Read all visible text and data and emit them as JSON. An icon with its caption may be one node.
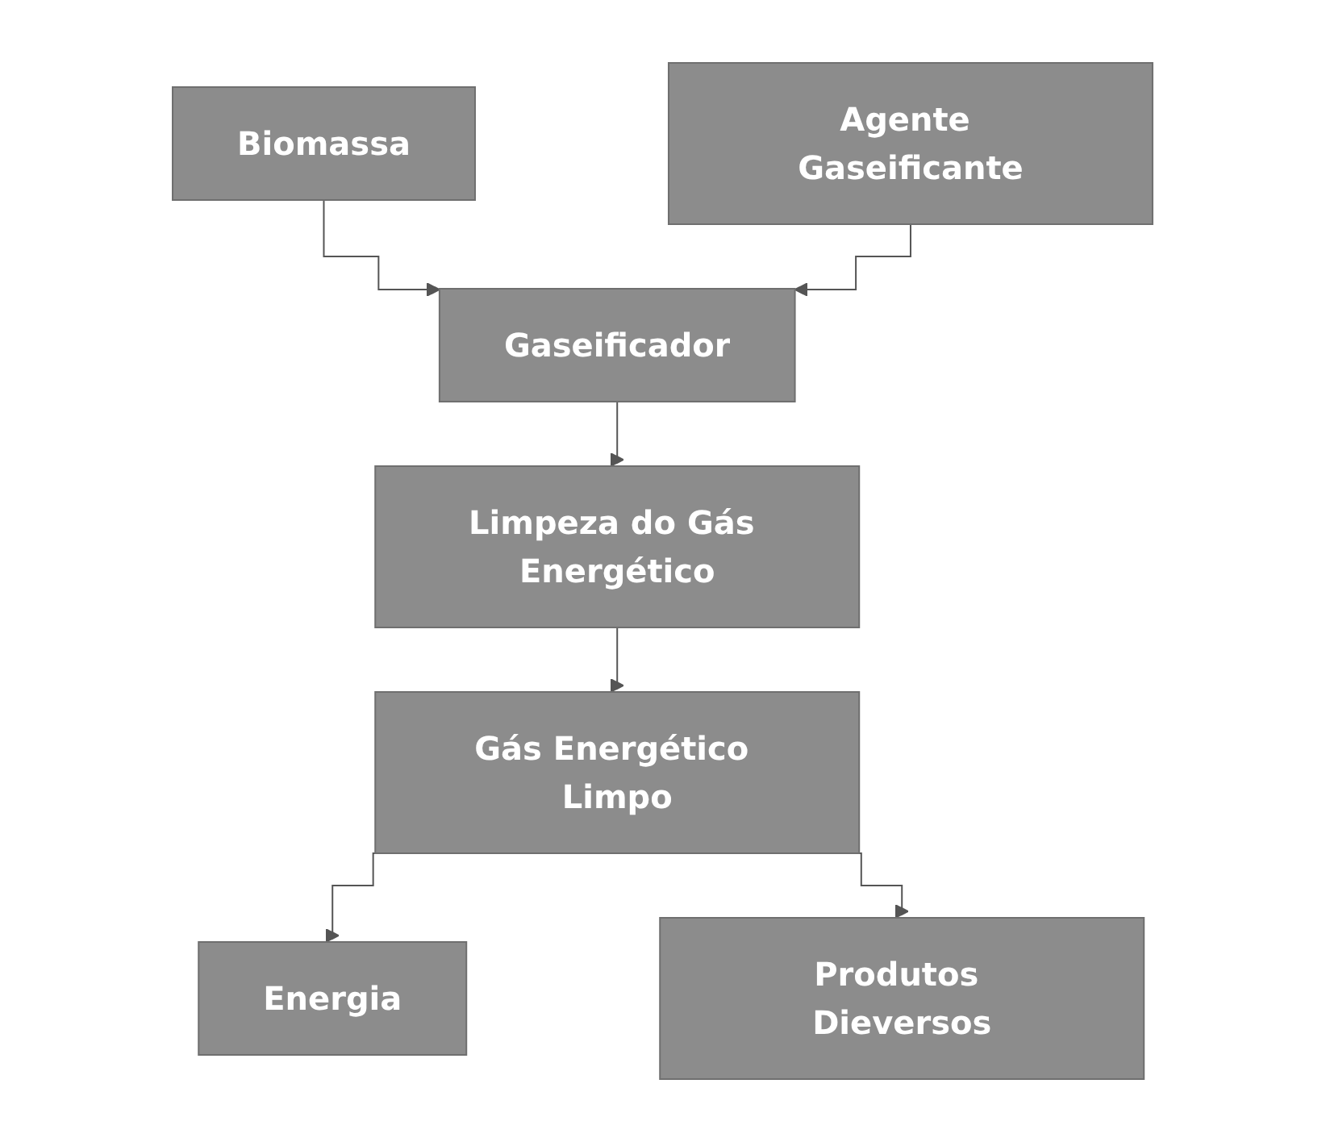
{
  "diagram": {
    "nodes": [
      {
        "text": [
          "Biomassa"
        ]
      },
      {
        "text": [
          "Agente Gaseificante"
        ]
      },
      {
        "text": [
          "Gaseificador"
        ]
      },
      {
        "text": [
          "Limpeza do Gás Energético"
        ]
      },
      {
        "text": [
          "Gás Energético Limpo"
        ]
      },
      {
        "text": [
          "Energia"
        ]
      },
      {
        "text": [
          "Produtos Dieversos"
        ]
      }
    ],
    "edges": [
      {
        "from": 0,
        "to": 2,
        "arrow": "to"
      },
      {
        "from": 1,
        "to": 2,
        "arrow": "to"
      },
      {
        "from": 2,
        "to": 3,
        "arrow": "to"
      },
      {
        "from": 3,
        "to": 4,
        "arrow": "to"
      },
      {
        "from": 4,
        "to": 5,
        "arrow": "to"
      },
      {
        "from": 4,
        "to": 6,
        "arrow": "to"
      }
    ]
  }
}
